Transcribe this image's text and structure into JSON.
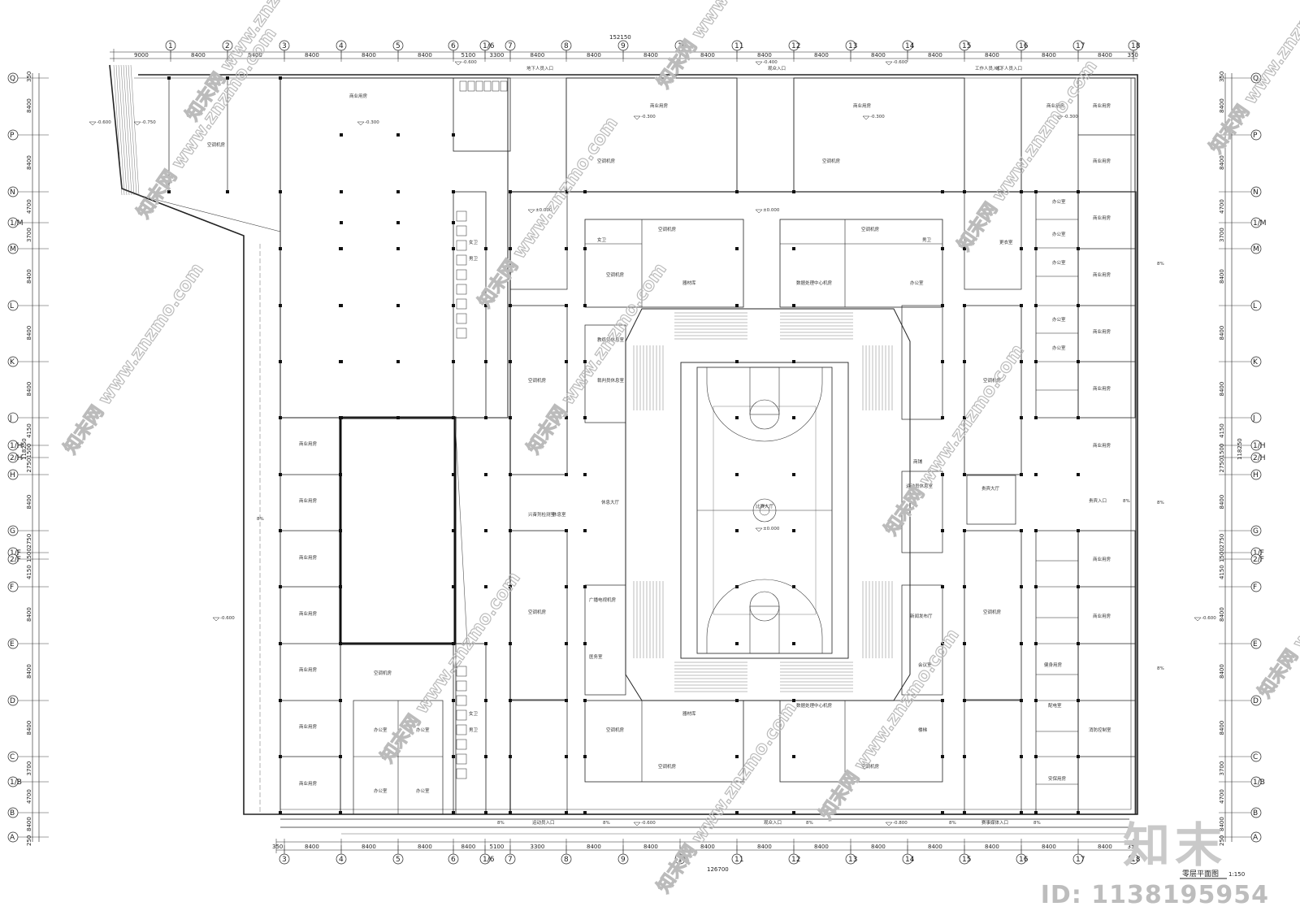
{
  "top_overall_dim": "152150",
  "bottom_overall_dim": "126700",
  "top_spans": [
    "9000",
    "8400",
    "8400",
    "8400",
    "8400",
    "8400",
    "5100",
    "3300",
    "8400",
    "8400",
    "8400",
    "8400",
    "8400",
    "8400",
    "8400",
    "8400",
    "8400",
    "8400",
    "8400",
    "350"
  ],
  "bottom_spans": [
    "350",
    "8400",
    "8400",
    "8400",
    "8400",
    "5100",
    "3300",
    "8400",
    "8400",
    "8400",
    "8400",
    "8400",
    "8400",
    "8400",
    "8400",
    "8400",
    "8400",
    "350"
  ],
  "top_axes": [
    "1",
    "2",
    "3",
    "4",
    "5",
    "6",
    "1/6",
    "7",
    "8",
    "9",
    "10",
    "11",
    "12",
    "13",
    "14",
    "15",
    "16",
    "17",
    "18"
  ],
  "bottom_axes": [
    "3",
    "4",
    "5",
    "6",
    "1/6",
    "7",
    "8",
    "9",
    "10",
    "11",
    "12",
    "13",
    "14",
    "15",
    "16",
    "17",
    "18"
  ],
  "left_axes": [
    "Q",
    "P",
    "N",
    "1/M",
    "M",
    "L",
    "K",
    "J",
    "1/H",
    "2/H",
    "H",
    "G",
    "1/F",
    "2/F",
    "F",
    "E",
    "D",
    "C",
    "1/B",
    "B",
    "A"
  ],
  "right_axes": [
    "Q",
    "P",
    "N",
    "1/M",
    "M",
    "L",
    "K",
    "J",
    "1/H",
    "2/H",
    "H",
    "G",
    "1/F",
    "2/F",
    "F",
    "E",
    "D",
    "C",
    "1/B",
    "B",
    "A"
  ],
  "left_spans": [
    "350",
    "8400",
    "8400",
    "4700",
    "3700",
    "8400",
    "8400",
    "8400",
    "4150",
    "1500",
    "2750",
    "8400",
    "2750",
    "1500",
    "4150",
    "8400",
    "8400",
    "8400",
    "3700",
    "4700",
    "8400",
    "250"
  ],
  "right_spans": [
    "350",
    "8400",
    "8400",
    "4700",
    "3700",
    "8400",
    "8400",
    "8400",
    "4150",
    "1500",
    "2750",
    "8400",
    "2750",
    "1500",
    "4150",
    "8400",
    "8400",
    "8400",
    "3700",
    "4700",
    "8400",
    "250"
  ],
  "right_overall_dim": "118250",
  "elevations": [
    "-0.600",
    "-0.750",
    "-0.300",
    "-0.300",
    "-0.300",
    "-0.300",
    "±0.000",
    "±0.000",
    "±0.000",
    "-0.600",
    "-0.600",
    "-0.600",
    "-0.800",
    "-0.400",
    "-0.600",
    "-0.600"
  ],
  "slopes": [
    "8%",
    "8%",
    "8%",
    "8%",
    "8%",
    "8%",
    "8%",
    "8%",
    "8%",
    "8%"
  ],
  "entrances": [
    "地下人员入口",
    "地下人员入口",
    "工作人员入口",
    "观众入口",
    "运动员入口",
    "观众入口",
    "贵宾入口",
    "赛事媒体入口"
  ],
  "rooms": {
    "retail_large": "商业用房",
    "ac_room": "空调机房",
    "wc_m": "男卫",
    "wc_f": "女卫",
    "stair": "楼梯",
    "court": "比赛大厅",
    "lobby": "休息大厅",
    "vip": "贵宾大厅",
    "office": "办公室",
    "control": "数据处理中心机房",
    "shop": "商铺",
    "broadcast": "广播电视机房",
    "medical": "医务室",
    "store": "器材库",
    "media": "新闻发布厅",
    "meeting": "会议室",
    "fitness": "健身用房",
    "changing": "更衣室",
    "pump": "消防控制室",
    "electric": "配电室",
    "security": "安保用房",
    "lounge": "运动员休息室",
    "referee": "裁判员休息室",
    "coach": "教练员休息室",
    "doping": "兴奋剂检测室",
    "rest": "休息室"
  },
  "title": "零层平面图",
  "scale": "1:150",
  "watermark": "www.znzmo.com",
  "watermark_cn": "知末网",
  "logo": "知末",
  "id_text": "ID: 1138195954"
}
